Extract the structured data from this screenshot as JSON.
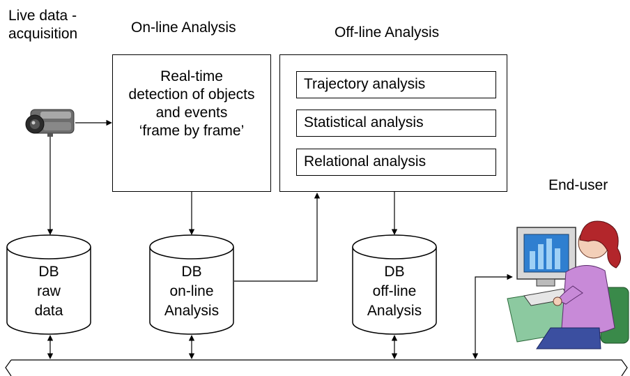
{
  "headers": {
    "live": [
      "Live data -",
      "acquisition"
    ],
    "online": "On-line Analysis",
    "offline": "Off-line Analysis",
    "enduser": "End-user"
  },
  "realtime": {
    "lines": [
      "Real-time",
      "detection of objects",
      "and events",
      "‘frame by frame’"
    ]
  },
  "offline_items": [
    "Trajectory analysis",
    "Statistical analysis",
    "Relational analysis"
  ],
  "databases": {
    "raw": [
      "DB",
      "raw",
      "data"
    ],
    "online": [
      "DB",
      "on-line",
      "Analysis"
    ],
    "offline": [
      "DB",
      "off-line",
      "Analysis"
    ]
  },
  "colors": {
    "line": "#000000",
    "person_shirt": "#c88ad8",
    "person_hair": "#b3262b",
    "skin": "#f3cfb8",
    "monitor": "#d8d8d8",
    "screen": "#2f7fd0",
    "chair": "#3a8a4a",
    "desk": "#8cc9a0"
  }
}
